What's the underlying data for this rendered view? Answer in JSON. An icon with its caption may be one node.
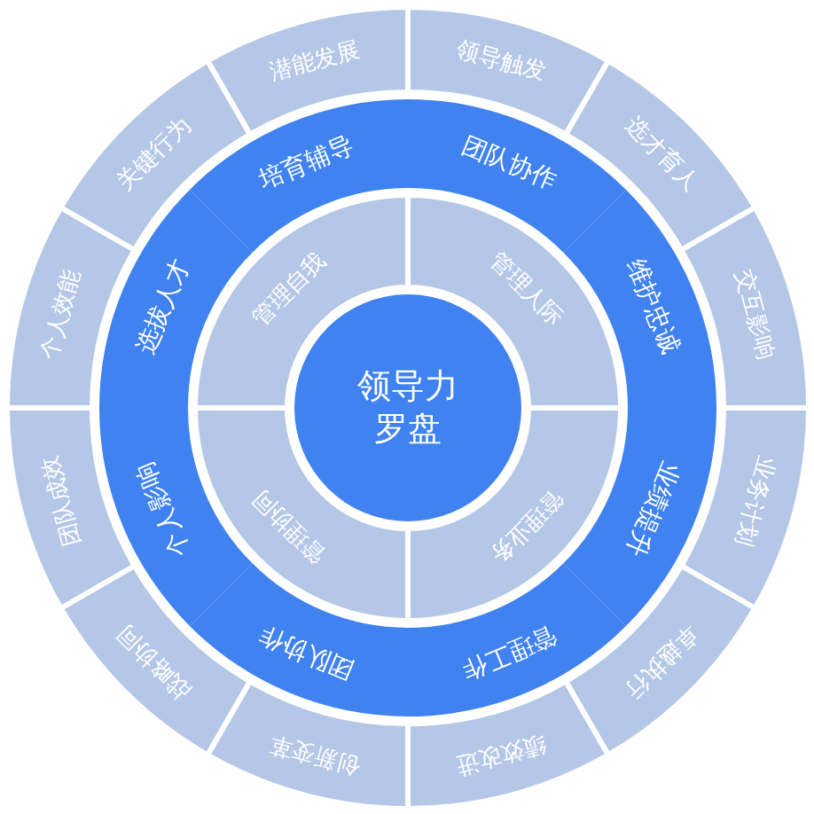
{
  "diagram": {
    "nodes": [
      {
        "text": [
          "领导力罗盘"
        ]
      },
      {
        "text": [
          "管理自我"
        ]
      },
      {
        "text": [
          "管理人际"
        ]
      },
      {
        "text": [
          "管理业务"
        ]
      },
      {
        "text": [
          "管理协同"
        ]
      },
      {
        "text": [
          "培育辅导"
        ]
      },
      {
        "text": [
          "团队协作"
        ]
      },
      {
        "text": [
          "维护忠诚"
        ]
      },
      {
        "text": [
          "业绩提升"
        ]
      },
      {
        "text": [
          "管理工作"
        ]
      },
      {
        "text": [
          "团队协作"
        ]
      },
      {
        "text": [
          "个人影响"
        ]
      },
      {
        "text": [
          "选拔人才"
        ]
      },
      {
        "text": [
          "潜能发展"
        ]
      },
      {
        "text": [
          "领导触发"
        ]
      },
      {
        "text": [
          "选才育人"
        ]
      },
      {
        "text": [
          "交互影响"
        ]
      },
      {
        "text": [
          "业务计划"
        ]
      },
      {
        "text": [
          "卓越执行"
        ]
      },
      {
        "text": [
          "绩效改进"
        ]
      },
      {
        "text": [
          "创新变革"
        ]
      },
      {
        "text": [
          "战略协同"
        ]
      },
      {
        "text": [
          "团队成效"
        ]
      },
      {
        "text": [
          "个人效能"
        ]
      },
      {
        "text": [
          "关键行为"
        ]
      }
    ]
  }
}
